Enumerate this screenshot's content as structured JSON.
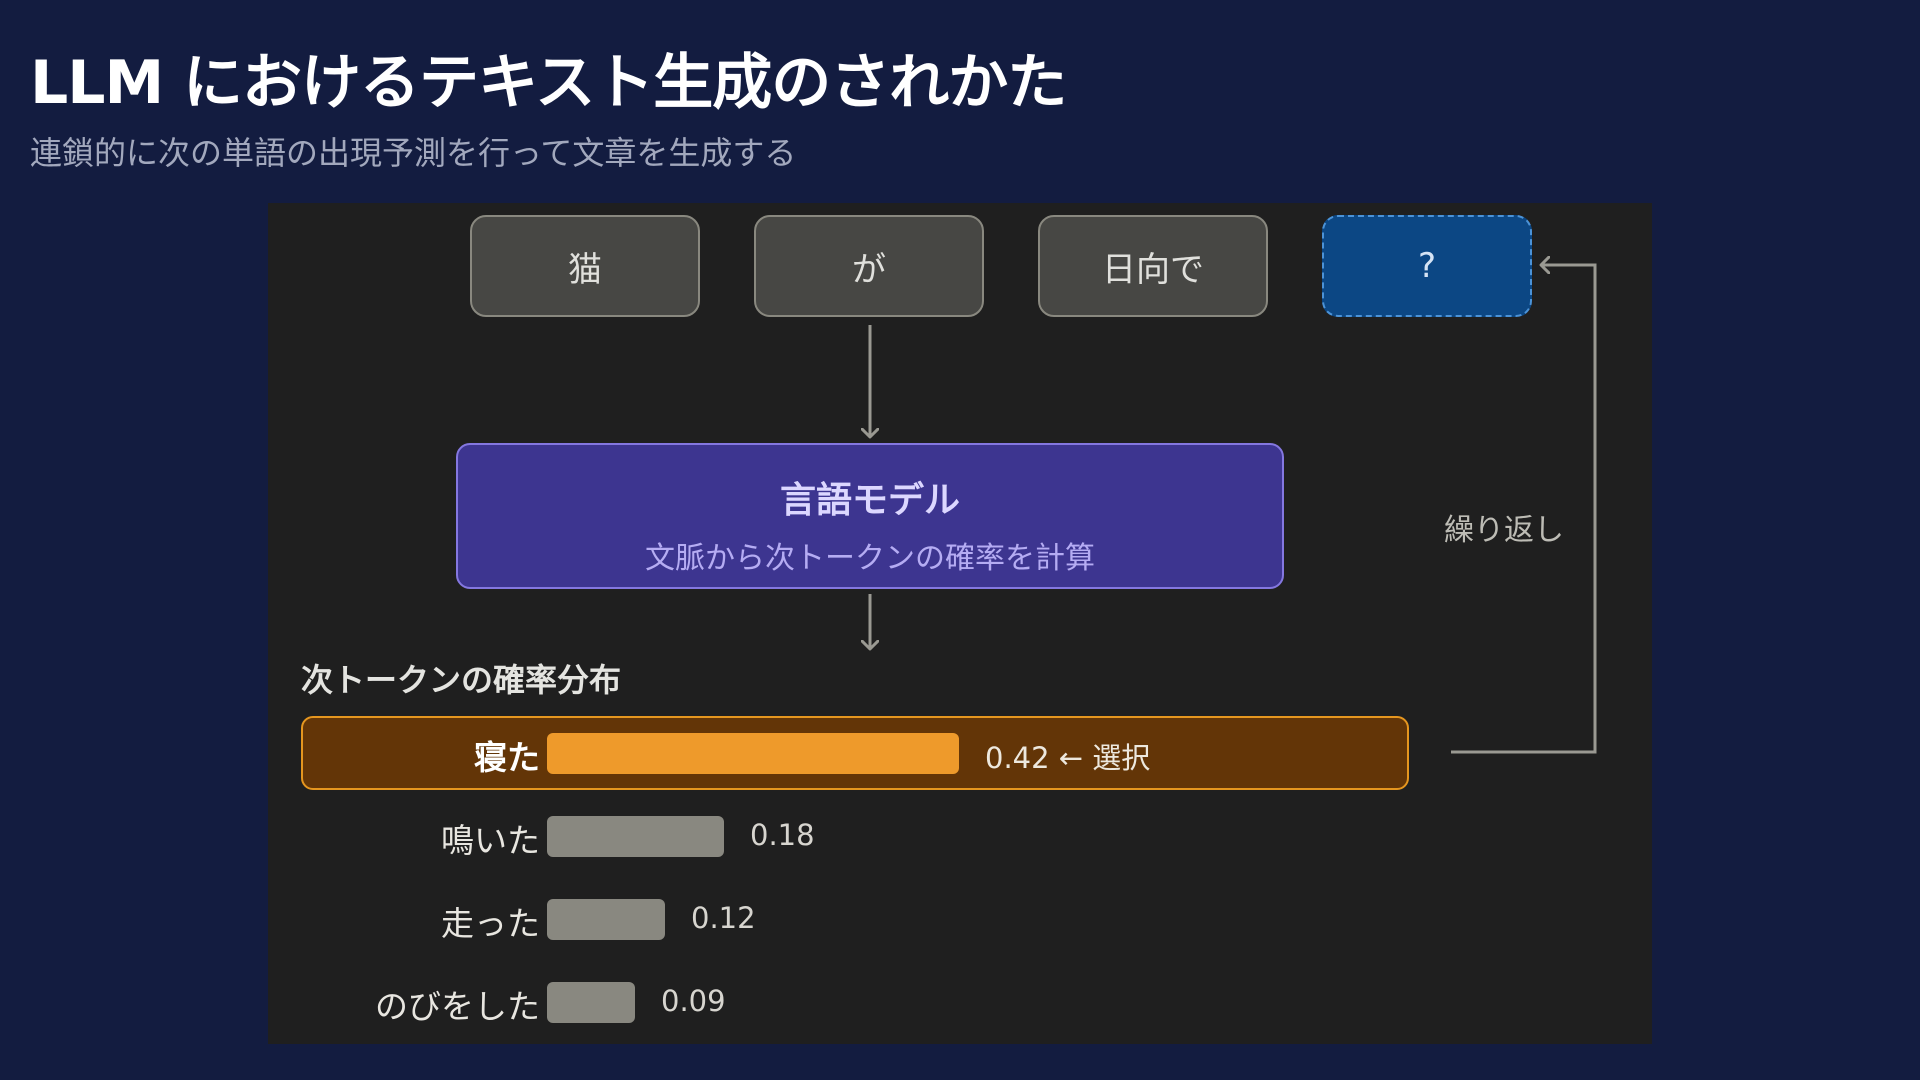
{
  "header": {
    "title": "LLM におけるテキスト生成のされかた",
    "subtitle": "連鎖的に次の単語の出現予測を行って文章を生成する"
  },
  "diagram": {
    "tokens": [
      {
        "label": "猫"
      },
      {
        "label": "が"
      },
      {
        "label": "日向で"
      },
      {
        "label": "?"
      }
    ],
    "model": {
      "title": "言語モデル",
      "description": "文脈から次トークンの確率を計算"
    },
    "loop_label": "繰り返し",
    "distribution": {
      "heading": "次トークンの確率分布",
      "items": [
        {
          "token": "寝た",
          "probability": 0.42,
          "value_label": "0.42 ← 選択",
          "selected": true
        },
        {
          "token": "鳴いた",
          "probability": 0.18,
          "value_label": "0.18",
          "selected": false
        },
        {
          "token": "走った",
          "probability": 0.12,
          "value_label": "0.12",
          "selected": false
        },
        {
          "token": "のびをした",
          "probability": 0.09,
          "value_label": "0.09",
          "selected": false
        }
      ]
    },
    "colors": {
      "background": "#131c40",
      "panel": "#1f1f1f",
      "token_box": "#474744",
      "unknown_token": "#0c4784",
      "model_box": "#3d3590",
      "selected_bar": "#ee9a2b",
      "selected_row": "#633507",
      "bar": "#898880",
      "connector": "#9a9992"
    }
  }
}
